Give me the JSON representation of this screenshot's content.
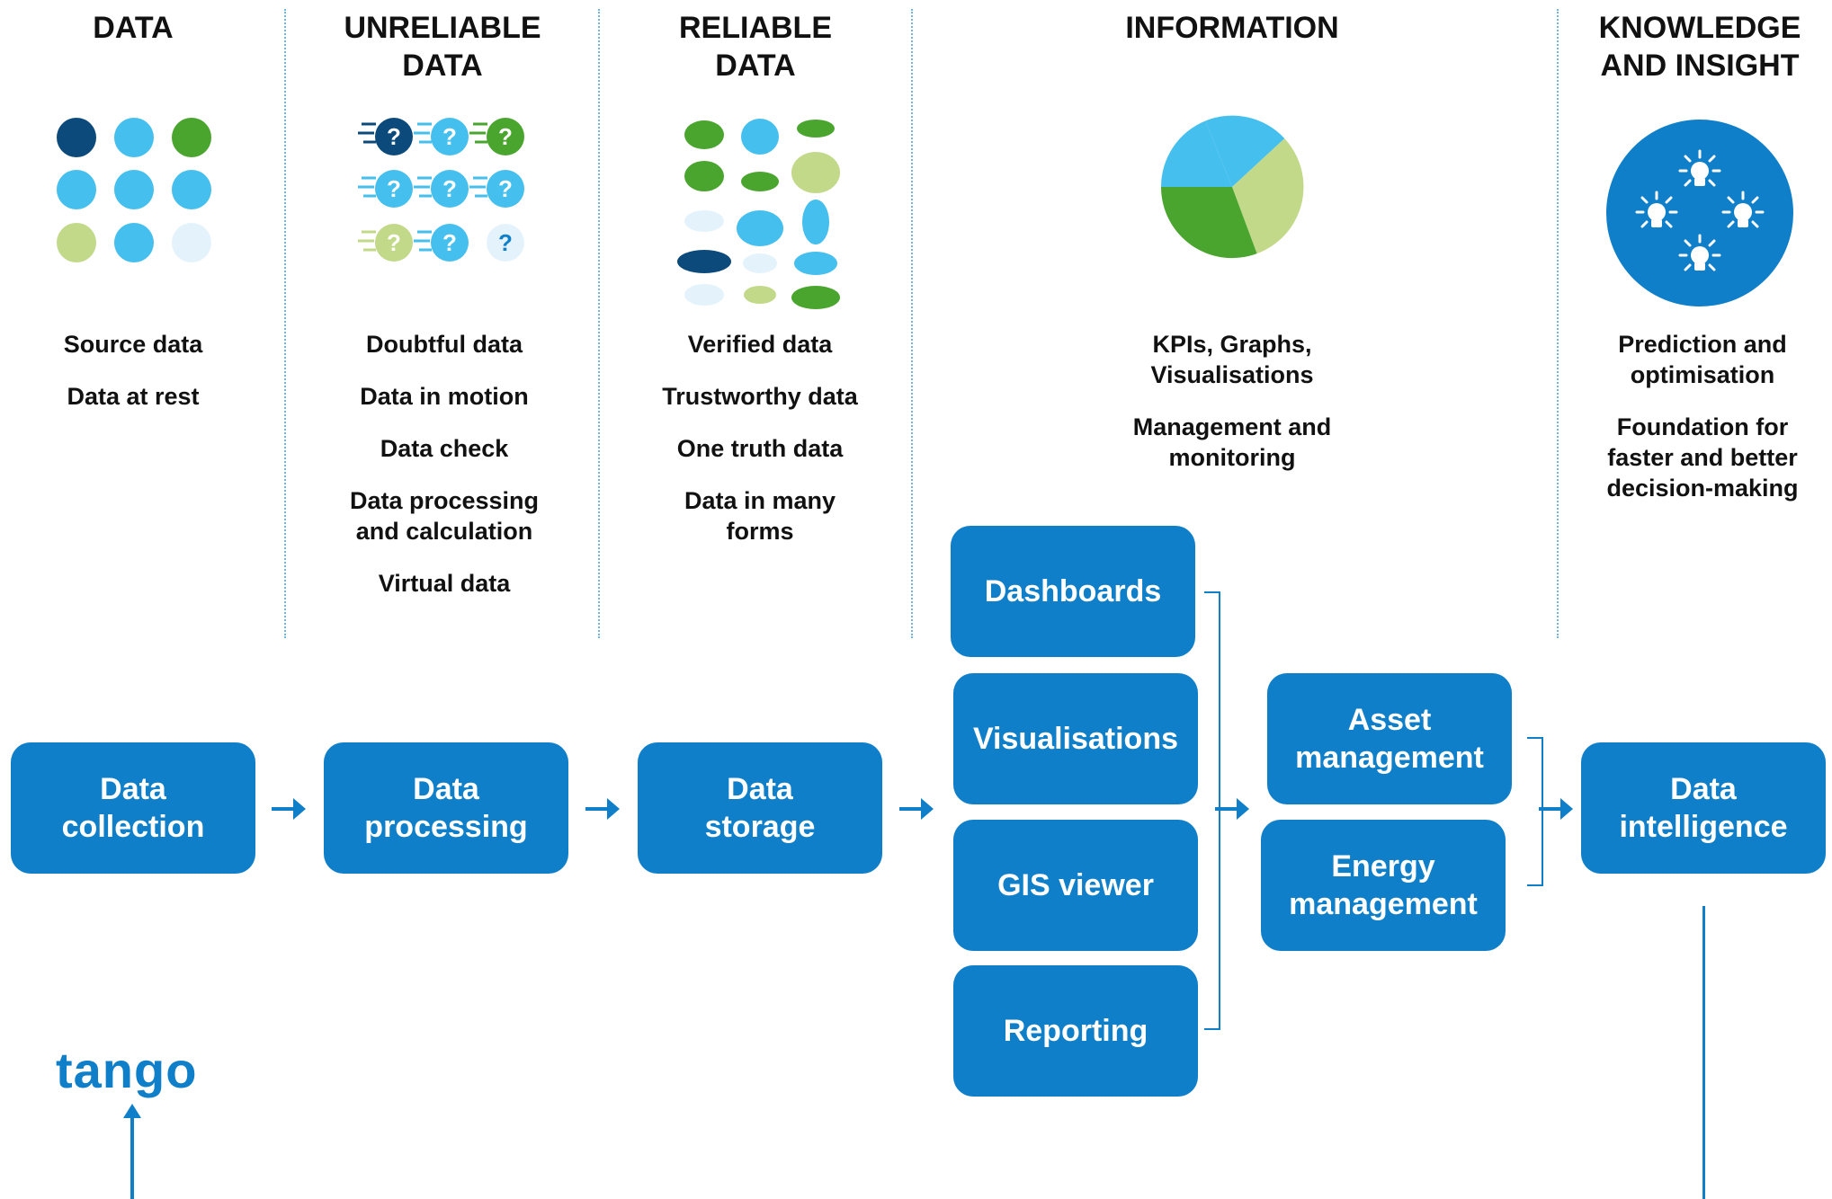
{
  "columns": [
    {
      "heading": "DATA",
      "items": [
        "Source data",
        "Data at rest"
      ]
    },
    {
      "heading": "UNRELIABLE\nDATA",
      "items": [
        "Doubtful data",
        "Data in motion",
        "Data check",
        "Data processing\nand calculation",
        "Virtual data"
      ]
    },
    {
      "heading": "RELIABLE\nDATA",
      "items": [
        "Verified data",
        "Trustworthy data",
        "One truth data",
        "Data in many\nforms"
      ]
    },
    {
      "heading": "INFORMATION",
      "items": [
        "KPIs, Graphs,\nVisualisations",
        "Management and\nmonitoring"
      ]
    },
    {
      "heading": "KNOWLEDGE\nAND INSIGHT",
      "items": [
        "Prediction and\noptimisation",
        "Foundation for\nfaster and better\ndecision-making"
      ]
    }
  ],
  "flow": {
    "collection": "Data\ncollection",
    "processing": "Data\nprocessing",
    "storage": "Data\nstorage",
    "dashboards": "Dashboards",
    "visualisations": "Visualisations",
    "gis_viewer": "GIS viewer",
    "reporting": "Reporting",
    "asset_management": "Asset\nmanagement",
    "energy_management": "Energy\nmanagement",
    "intelligence": "Data\nintelligence"
  },
  "logo": {
    "text": "tango"
  },
  "colors": {
    "primary_blue": "#0f7fc9",
    "dark_blue": "#0b4a7a",
    "light_blue": "#45bfee",
    "green": "#4aa52e",
    "light_green": "#c3d98a",
    "pale_blue": "#e4f3fb"
  },
  "icons": {
    "data": "dot-grid-icon",
    "unreliable": "question-dots-icon",
    "reliable": "ellipse-cluster-icon",
    "information": "pie-chart-icon",
    "knowledge": "lightbulbs-icon"
  }
}
